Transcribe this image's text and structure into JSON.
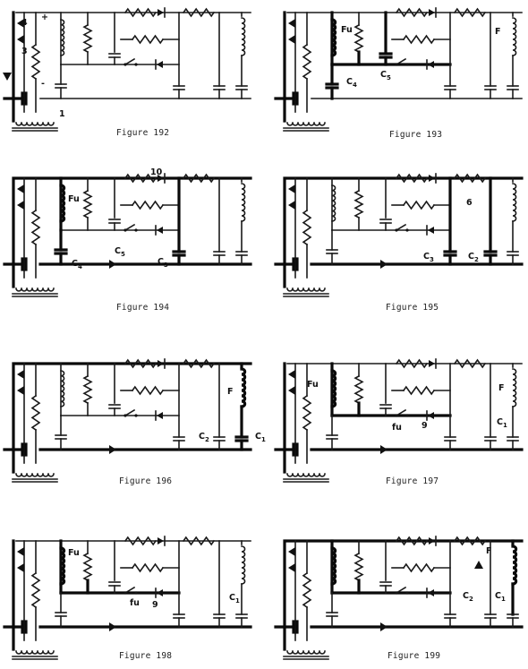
{
  "figures": [
    {
      "id": "192",
      "caption": "Figure 192",
      "labels": [
        "4",
        "3",
        "+",
        "-",
        "1"
      ]
    },
    {
      "id": "193",
      "caption": "Figure 193",
      "labels": [
        "Fu",
        "F",
        "C4",
        "C5"
      ]
    },
    {
      "id": "194",
      "caption": "Figure 194",
      "labels": [
        "10",
        "Fu",
        "C4",
        "C5",
        "C3"
      ]
    },
    {
      "id": "195",
      "caption": "Figure 195",
      "labels": [
        "6",
        "C3",
        "C2"
      ]
    },
    {
      "id": "196",
      "caption": "Figure 196",
      "labels": [
        "F",
        "C2",
        "C1"
      ]
    },
    {
      "id": "197",
      "caption": "Figure 197",
      "labels": [
        "Fu",
        "F",
        "fu",
        "9",
        "C1"
      ]
    },
    {
      "id": "198",
      "caption": "Figure 198",
      "labels": [
        "Fu",
        "fu",
        "9",
        "C1"
      ]
    },
    {
      "id": "199",
      "caption": "Figure 199",
      "labels": [
        "F",
        "C2",
        "C1"
      ]
    }
  ]
}
